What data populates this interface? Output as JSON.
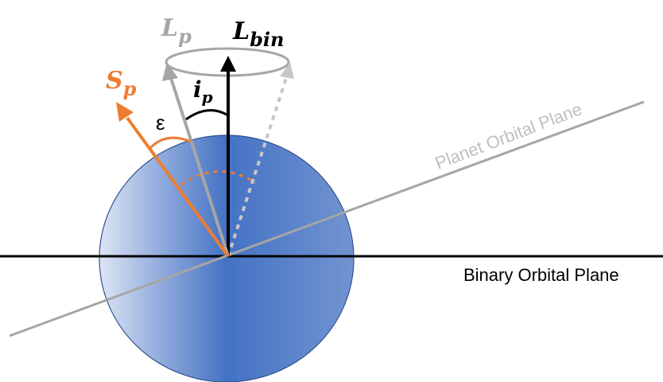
{
  "labels": {
    "l_bin_main": "L",
    "l_bin_sub": "bin",
    "l_p_main": "L",
    "l_p_sub": "p",
    "s_p_main": "S",
    "s_p_sub": "p",
    "i_p_main": "i",
    "i_p_sub": "p",
    "epsilon": "ε",
    "planet_plane": "Planet Orbital Plane",
    "binary_plane": "Binary Orbital Plane"
  },
  "colors": {
    "black": "#000000",
    "gray": "#a6a6a6",
    "orange": "#ed7d31",
    "sphere_center": "#4472c4",
    "sphere_edge": "#dbe4f5"
  }
}
